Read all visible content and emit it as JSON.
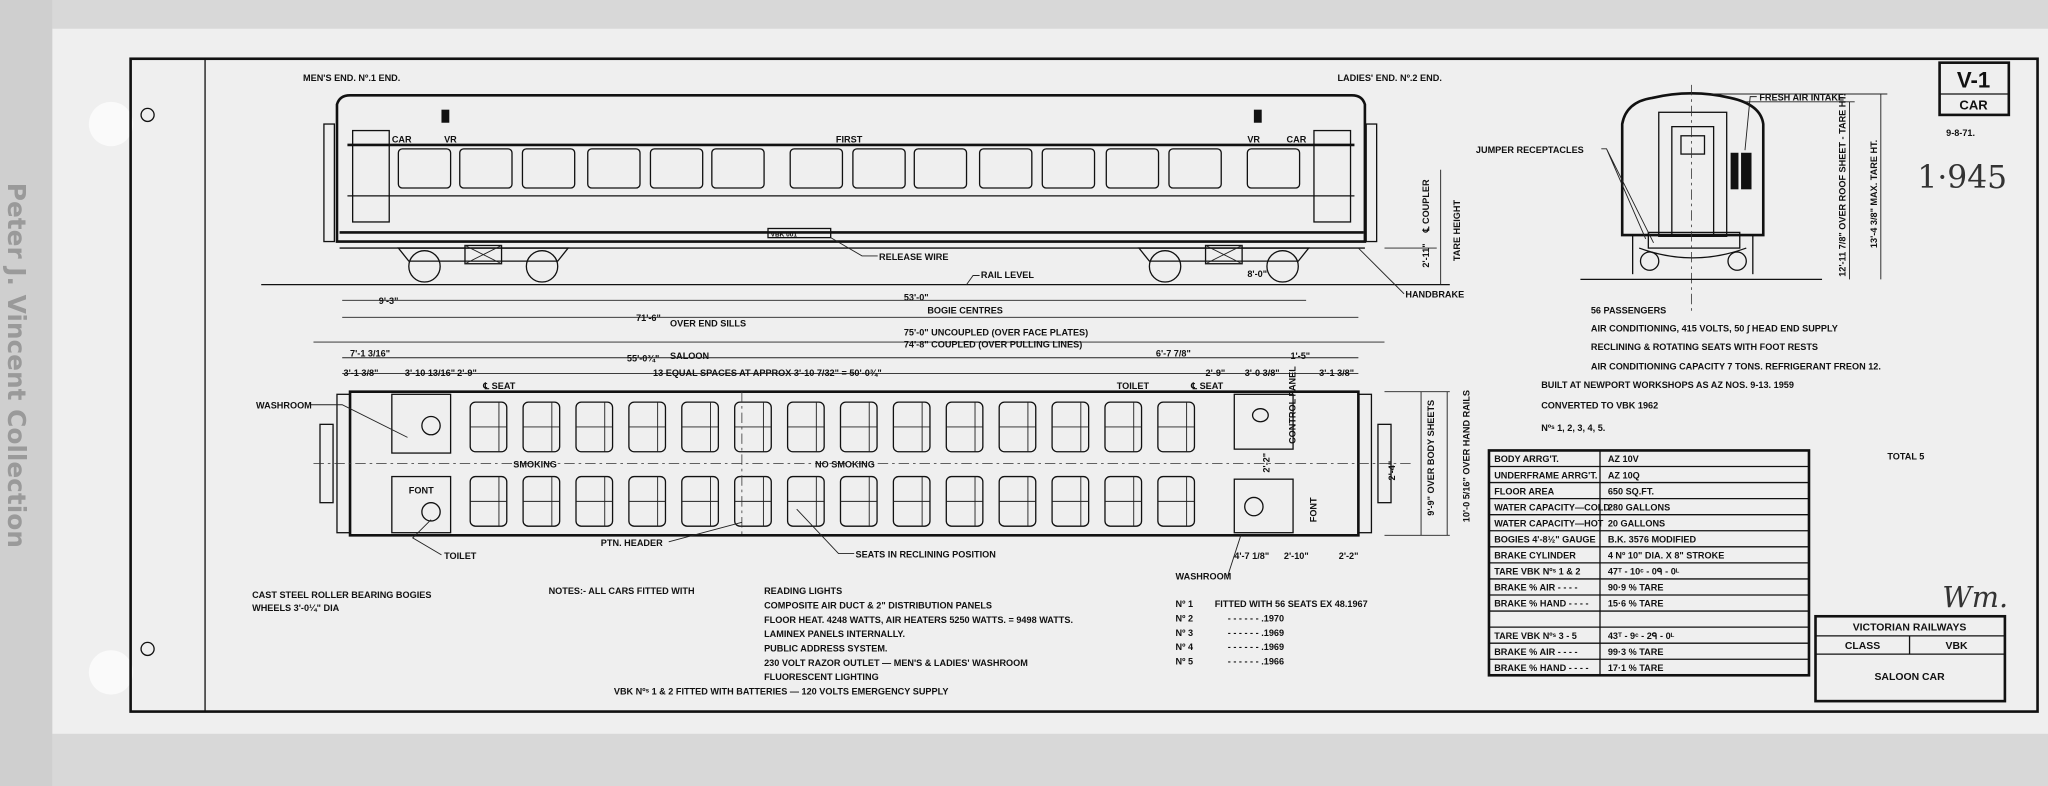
{
  "watermark": "Peter J. Vincent Collection",
  "title_block_top": {
    "sheet": "V-1",
    "type": "CAR",
    "date": "9-8-71.",
    "handwritten_number": "1·945"
  },
  "side_elevation": {
    "left_end": "MEN'S END. Nº.1 END.",
    "right_end": "LADIES' END. Nº.2 END.",
    "car_left": "CAR",
    "vr_left": "VR",
    "first": "FIRST",
    "vr_right": "VR",
    "car_right": "CAR",
    "plate": "VBK 001",
    "release_wire": "RELEASE WIRE",
    "rail_level": "RAIL LEVEL",
    "handbrake": "HANDBRAKE",
    "coupler": "℄ COUPLER",
    "coupler_height": "2'-11\"",
    "tare_height": "TARE HEIGHT",
    "bogie_wheelbase": "8'-0\"",
    "dim_overhang": "9'-3\"",
    "dim_bogie_centres": "53'-0\"",
    "lbl_bogie_centres": "BOGIE CENTRES",
    "dim_end_sills": "71'-6\"",
    "lbl_end_sills": "OVER END SILLS",
    "dim_uncoupled": "75'-0\" UNCOUPLED (OVER FACE PLATES)",
    "dim_coupled": "74'-8\" COUPLED (OVER PULLING LINES)"
  },
  "plan_view": {
    "dim_saloon": "55'-0¾\"",
    "lbl_saloon": "SALOON",
    "dim_left_1": "7'-1 3/16\"",
    "dim_left_2": "3'-1 3/8\"",
    "dim_left_3": "3'-10 13/16\"",
    "dim_left_4": "2'-9\"",
    "seat_cl_left": "℄ SEAT",
    "equal_spaces": "13 EQUAL SPACES AT APPROX 3'-10 7/32\" = 50'-0¾\"",
    "toilet_top": "TOILET",
    "seat_cl_right": "℄ SEAT",
    "dim_right_1": "6'-7 7/8\"",
    "dim_right_2": "2'-9\"",
    "dim_right_3": "3'-0 3/8\"",
    "dim_right_4": "1'-5\"",
    "dim_right_5": "3'-1 3/8\"",
    "washroom_left": "WASHROOM",
    "toilet_left": "TOILET",
    "smoking": "SMOKING",
    "no_smoking": "NO SMOKING",
    "ptn_header": "PTN. HEADER",
    "seats_reclining": "SEATS IN RECLINING POSITION",
    "washroom_right": "WASHROOM",
    "font_left": "FONT",
    "font_right": "FONT",
    "control_panel": "CONTROL PANEL",
    "aisle_dim": "2'-2\"",
    "door_dim": "2'-4\"",
    "over_body_sheets": "9'-9\" OVER BODY SHEETS",
    "over_hand_rails": "10'-0 5/16\" OVER HAND RAILS",
    "dim_bottom_1": "4'-7 1/8\"",
    "dim_bottom_2": "2'-10\"",
    "dim_bottom_3": "2'-2\""
  },
  "end_view": {
    "fresh_air": "FRESH AIR INTAKE",
    "jumper": "JUMPER RECEPTACLES",
    "roof_ht": "12'-11 7/8\" OVER ROOF SHEET - TARE HT.",
    "max_ht": "13'-4 3/8\" MAX. TARE HT."
  },
  "spec": [
    "56 PASSENGERS",
    "AIR CONDITIONING, 415 VOLTS, 50 ∫ HEAD END SUPPLY",
    "RECLINING & ROTATING SEATS WITH FOOT RESTS",
    "AIR CONDITIONING CAPACITY 7 TONS. REFRIGERANT FREON 12."
  ],
  "built": "BUILT AT NEWPORT WORKSHOPS AS AZ NOS. 9-13. 1959",
  "converted": "CONVERTED TO VBK 1962",
  "numbers": "Nºˢ  1,   2,   3,   4,   5.",
  "total": "TOTAL  5",
  "table": [
    [
      "BODY ARRG'T.",
      "AZ 10V"
    ],
    [
      "UNDERFRAME ARRG'T.",
      "AZ 10Q"
    ],
    [
      "FLOOR AREA",
      "650 SQ.FT."
    ],
    [
      "WATER CAPACITY—COLD",
      "280 GALLONS"
    ],
    [
      "WATER CAPACITY—HOT",
      "20 GALLONS"
    ],
    [
      "BOGIES 4'-8½\" GAUGE",
      "B.K. 3576  MODIFIED"
    ],
    [
      "BRAKE CYLINDER",
      "4 Nº 10\" DIA. X 8\" STROKE"
    ],
    [
      "TARE     VBK Nºˢ 1 & 2",
      "47ᵀ - 10ᶜ - 0ᑫ - 0ᴸ"
    ],
    [
      "BRAKE % AIR  -  -  -  -",
      "90·9 % TARE"
    ],
    [
      "BRAKE % HAND  -  -  -  -",
      "15·6 % TARE"
    ],
    [
      "",
      ""
    ],
    [
      "TARE      VBK Nºˢ 3 - 5",
      "43ᵀ - 9ᶜ - 2ᑫ - 0ᴸ"
    ],
    [
      "BRAKE % AIR  -  -  -  -",
      "99·3 % TARE"
    ],
    [
      "BRAKE % HAND  -  -  -  -",
      "17·1 % TARE"
    ]
  ],
  "bogies_note": [
    "CAST STEEL ROLLER BEARING BOGIES",
    "WHEELS 3'-0¼\" DIA"
  ],
  "notes": {
    "heading": "NOTES:-  ALL CARS FITTED WITH",
    "items": [
      "READING LIGHTS",
      "COMPOSITE AIR DUCT & 2\" DISTRIBUTION PANELS",
      "FLOOR HEAT. 4248 WATTS, AIR HEATERS 5250 WATTS. = 9498 WATTS.",
      "LAMINEX PANELS INTERNALLY.",
      "PUBLIC ADDRESS SYSTEM.",
      "230 VOLT RAZOR OUTLET — MEN'S & LADIES' WASHROOM",
      "FLUORESCENT LIGHTING"
    ],
    "batteries": "VBK Nºˢ 1 & 2 FITTED WITH BATTERIES — 120 VOLTS EMERGENCY SUPPLY"
  },
  "seat_history": [
    [
      "Nº 1",
      "FITTED WITH  56 SEATS  EX  48.1967"
    ],
    [
      "Nº 2",
      "-    -    -    -    -    - .1970"
    ],
    [
      "Nº 3",
      "-    -    -    -    -    - .1969"
    ],
    [
      "Nº 4",
      "-    -    -    -    -    - .1969"
    ],
    [
      "Nº 5",
      "-    -    -    -    -    - .1966"
    ]
  ],
  "title_block": {
    "railway": "VICTORIAN RAILWAYS",
    "class_label": "CLASS",
    "class_value": "VBK",
    "description": "SALOON CAR",
    "signature": "Wm."
  }
}
